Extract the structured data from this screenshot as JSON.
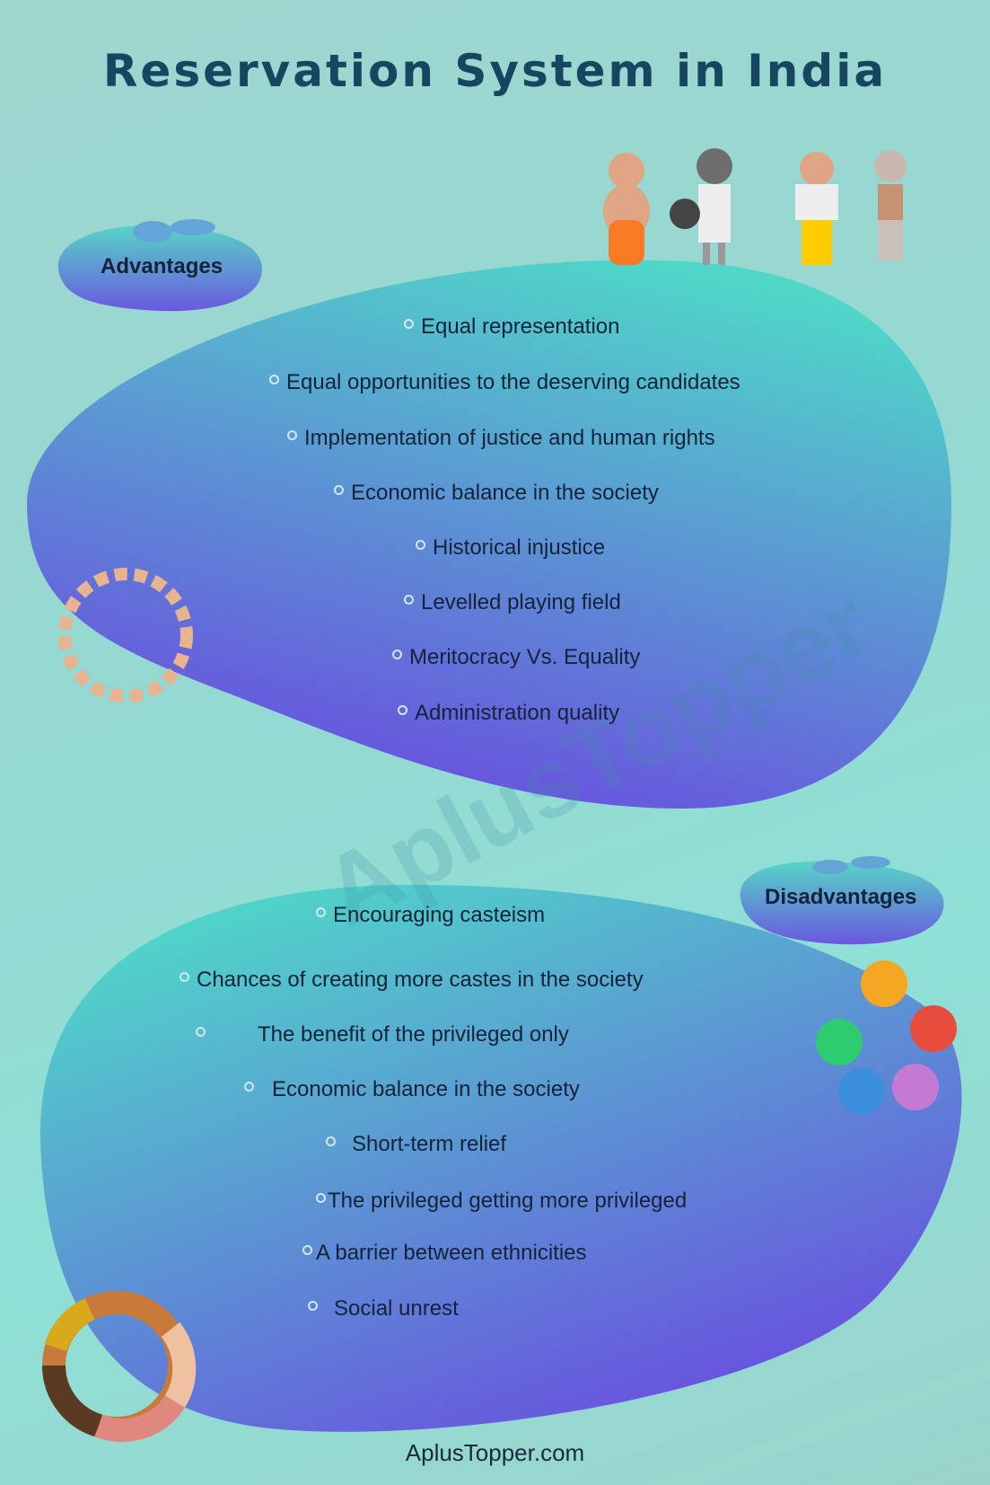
{
  "title": "Reservation System in India",
  "watermark": "AplusTopper",
  "advantages": {
    "label": "Advantages",
    "items": [
      "Equal representation",
      "Equal opportunities to the deserving candidates",
      "Implementation of justice and human rights",
      "Economic balance in the society",
      "Historical injustice",
      "Levelled playing field",
      "Meritocracy Vs. Equality",
      "Administration quality"
    ]
  },
  "disadvantages": {
    "label": "Disadvantages",
    "items": [
      "Encouraging casteism",
      "Chances of creating more castes in the society",
      "The benefit of the privileged only",
      "Economic balance in the society",
      "Short-term relief",
      "The privileged getting more privileged",
      "A barrier between ethnicities",
      "Social unrest"
    ]
  },
  "footer": "AplusTopper.com",
  "colors": {
    "title": "#174660",
    "blob_top": "#4fd8c8",
    "blob_bottom": "#6a48e0"
  }
}
